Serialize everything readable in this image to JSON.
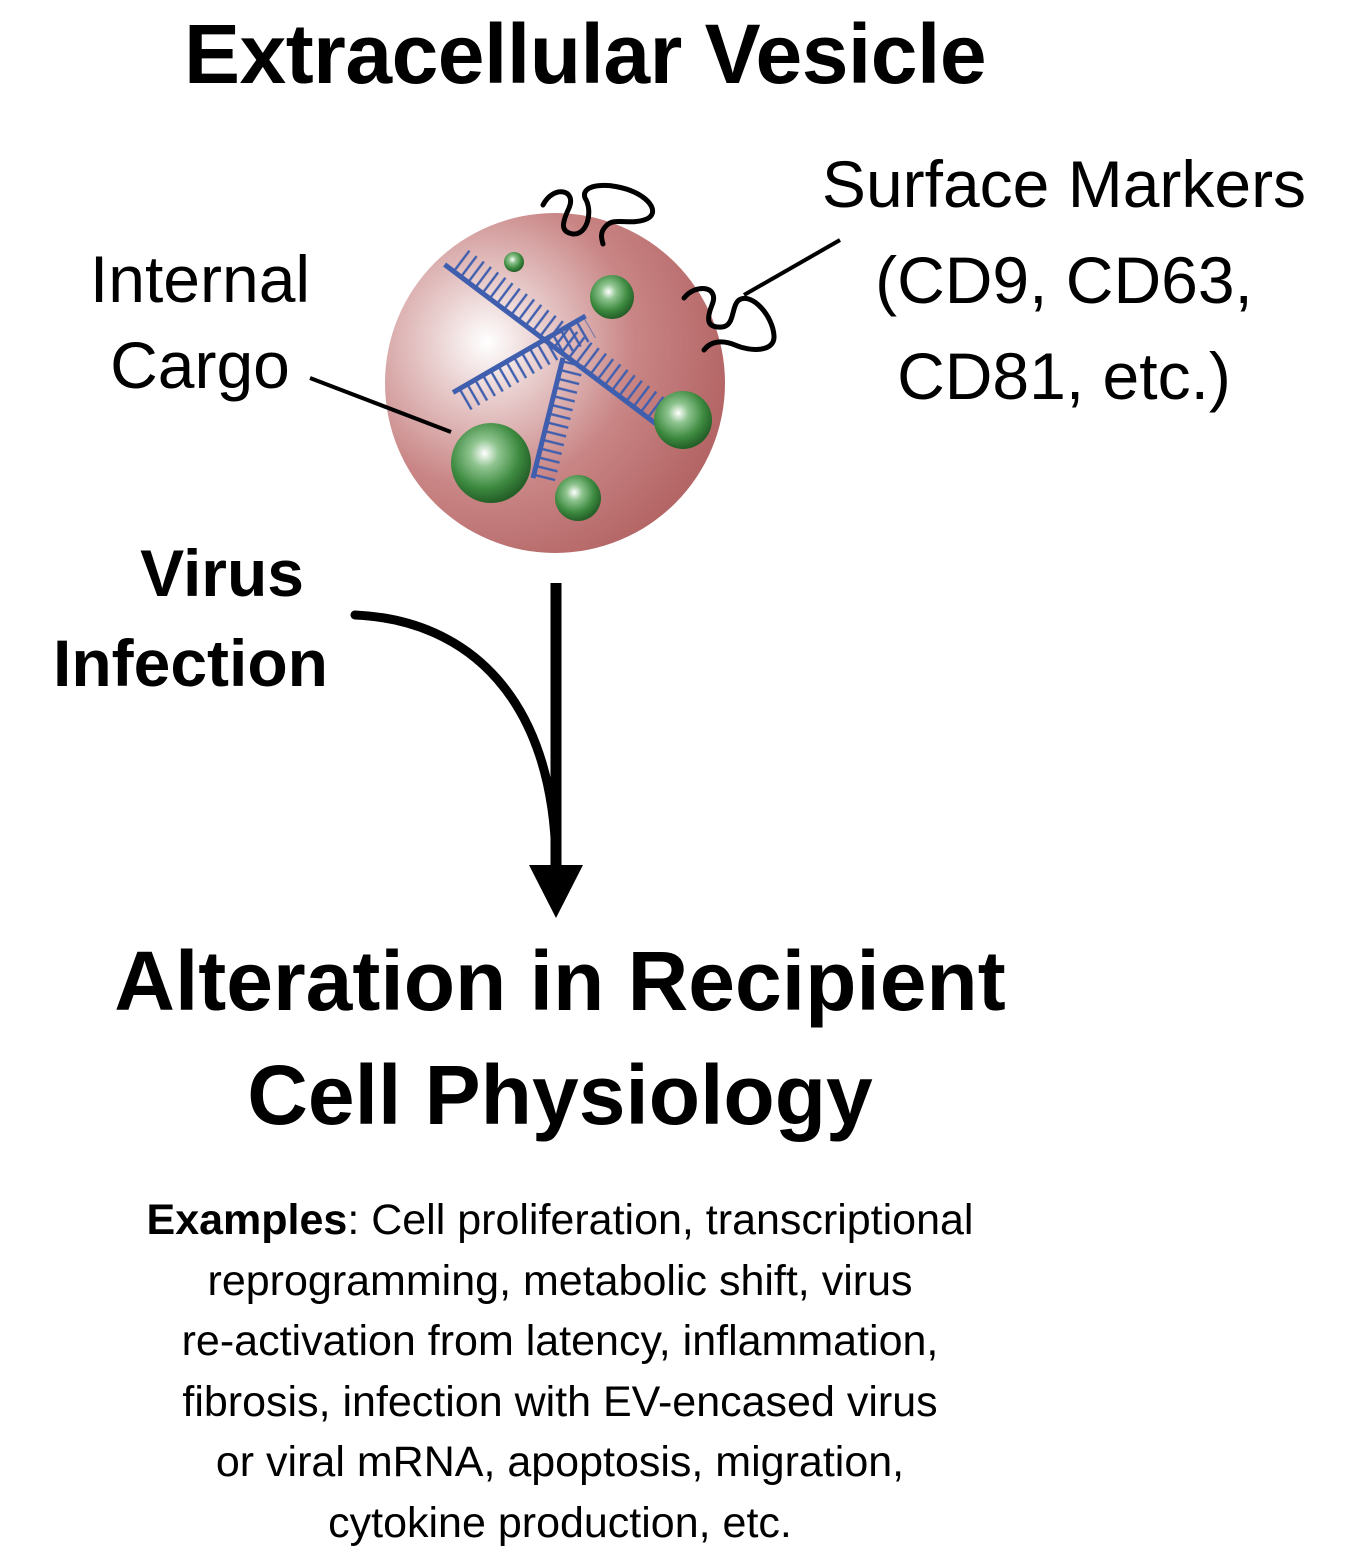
{
  "title": "Extracellular Vesicle",
  "labels": {
    "internal_cargo": [
      "Internal",
      "Cargo"
    ],
    "surface_markers": [
      "Surface Markers",
      "(CD9, CD63,",
      "CD81, etc.)"
    ],
    "virus_infection": [
      "Virus",
      "Infection"
    ]
  },
  "outcome": {
    "title_lines": [
      "Alteration in Recipient",
      "Cell Physiology"
    ]
  },
  "examples": {
    "heading": "Examples",
    "lines": [
      ": Cell proliferation, transcriptional",
      "reprogramming, metabolic shift, virus",
      "re-activation from latency, inflammation,",
      "fibrosis, infection with EV-encased virus",
      "or viral mRNA, apoptosis, migration,",
      "cytokine production, etc."
    ]
  },
  "colors": {
    "vesicle": "#b86b6b",
    "vesicle_highlight": "#ffffff",
    "cargo_particle": "#2e7a32",
    "nucleic_acid": "#3f5fae",
    "ink": "#000000"
  }
}
